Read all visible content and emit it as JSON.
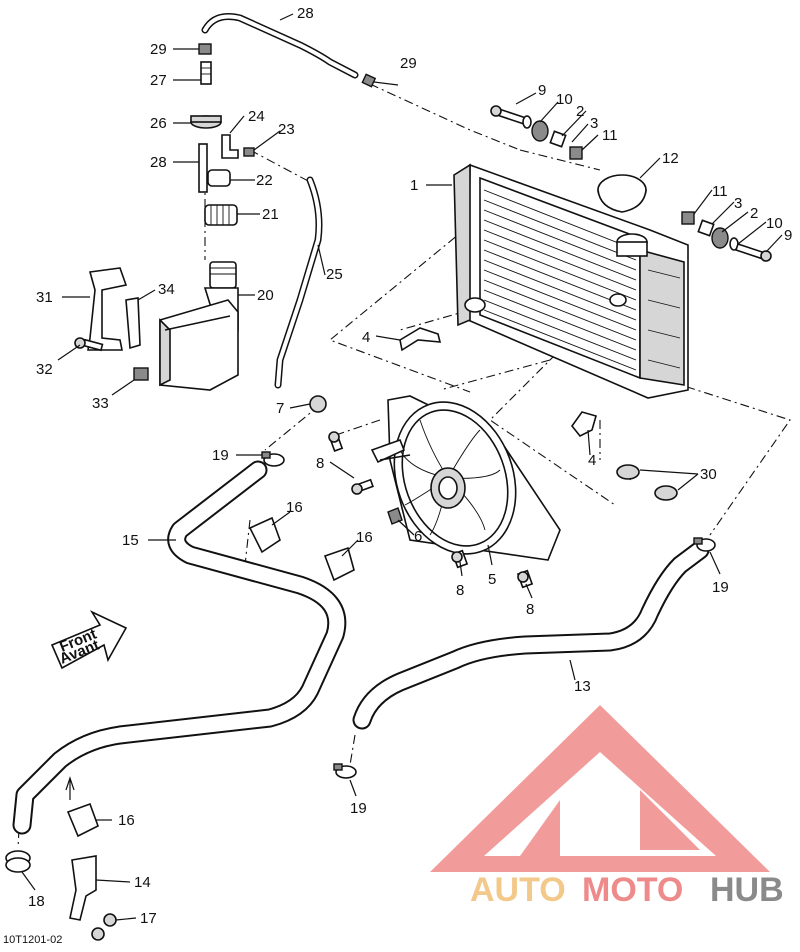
{
  "diagram": {
    "doc_code": "10T1201-02",
    "front_label": {
      "line1": "Front",
      "line2": "Avant"
    },
    "callouts": [
      "28",
      "29",
      "27",
      "26",
      "24",
      "23",
      "28",
      "22",
      "21",
      "25",
      "20",
      "31",
      "34",
      "32",
      "33",
      "9",
      "10",
      "2",
      "3",
      "11",
      "1",
      "12",
      "11",
      "3",
      "2",
      "10",
      "9",
      "4",
      "7",
      "19",
      "8",
      "8",
      "16",
      "6",
      "4",
      "30",
      "15",
      "16",
      "5",
      "8",
      "8",
      "19",
      "13",
      "19",
      "16",
      "14",
      "18",
      "17",
      "29"
    ]
  },
  "watermark": {
    "part1": "AUTO",
    "part2": "MOTO",
    "part3": "HUB",
    "colors": {
      "auto": "#f2c98a",
      "moto": "#ee8a8a",
      "hub": "#8a8a8a",
      "logo": "#f08a8a"
    }
  }
}
